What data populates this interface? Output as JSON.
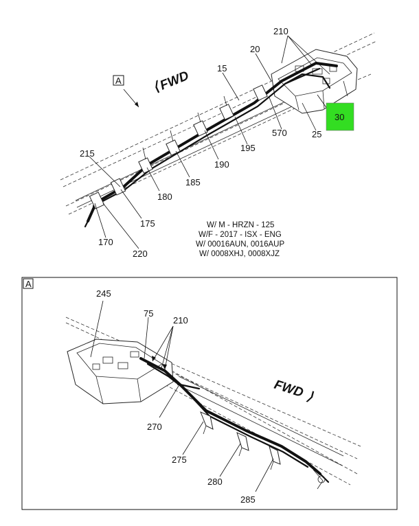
{
  "top_view": {
    "view_marker": "A",
    "fwd_label": "FWD",
    "callouts": {
      "c210": "210",
      "c20": "20",
      "c15": "15",
      "c30": "30",
      "c25": "25",
      "c570": "570",
      "c195": "195",
      "c190": "190",
      "c185": "185",
      "c180": "180",
      "c215": "215",
      "c175": "175",
      "c170": "170",
      "c220": "220"
    },
    "highlight_color": "#33dd22",
    "notes": [
      "W/ M - HRZN - 125",
      "W/F - 2017 - ISX - ENG",
      "W/ 00016AUN, 0016AUP",
      "W/ 0008XHJ, 0008XJZ"
    ]
  },
  "detail_view": {
    "frame_label": "A",
    "fwd_label": "FWD",
    "callouts": {
      "c245": "245",
      "c75": "75",
      "c210": "210",
      "c270": "270",
      "c275": "275",
      "c280": "280",
      "c285": "285"
    }
  }
}
